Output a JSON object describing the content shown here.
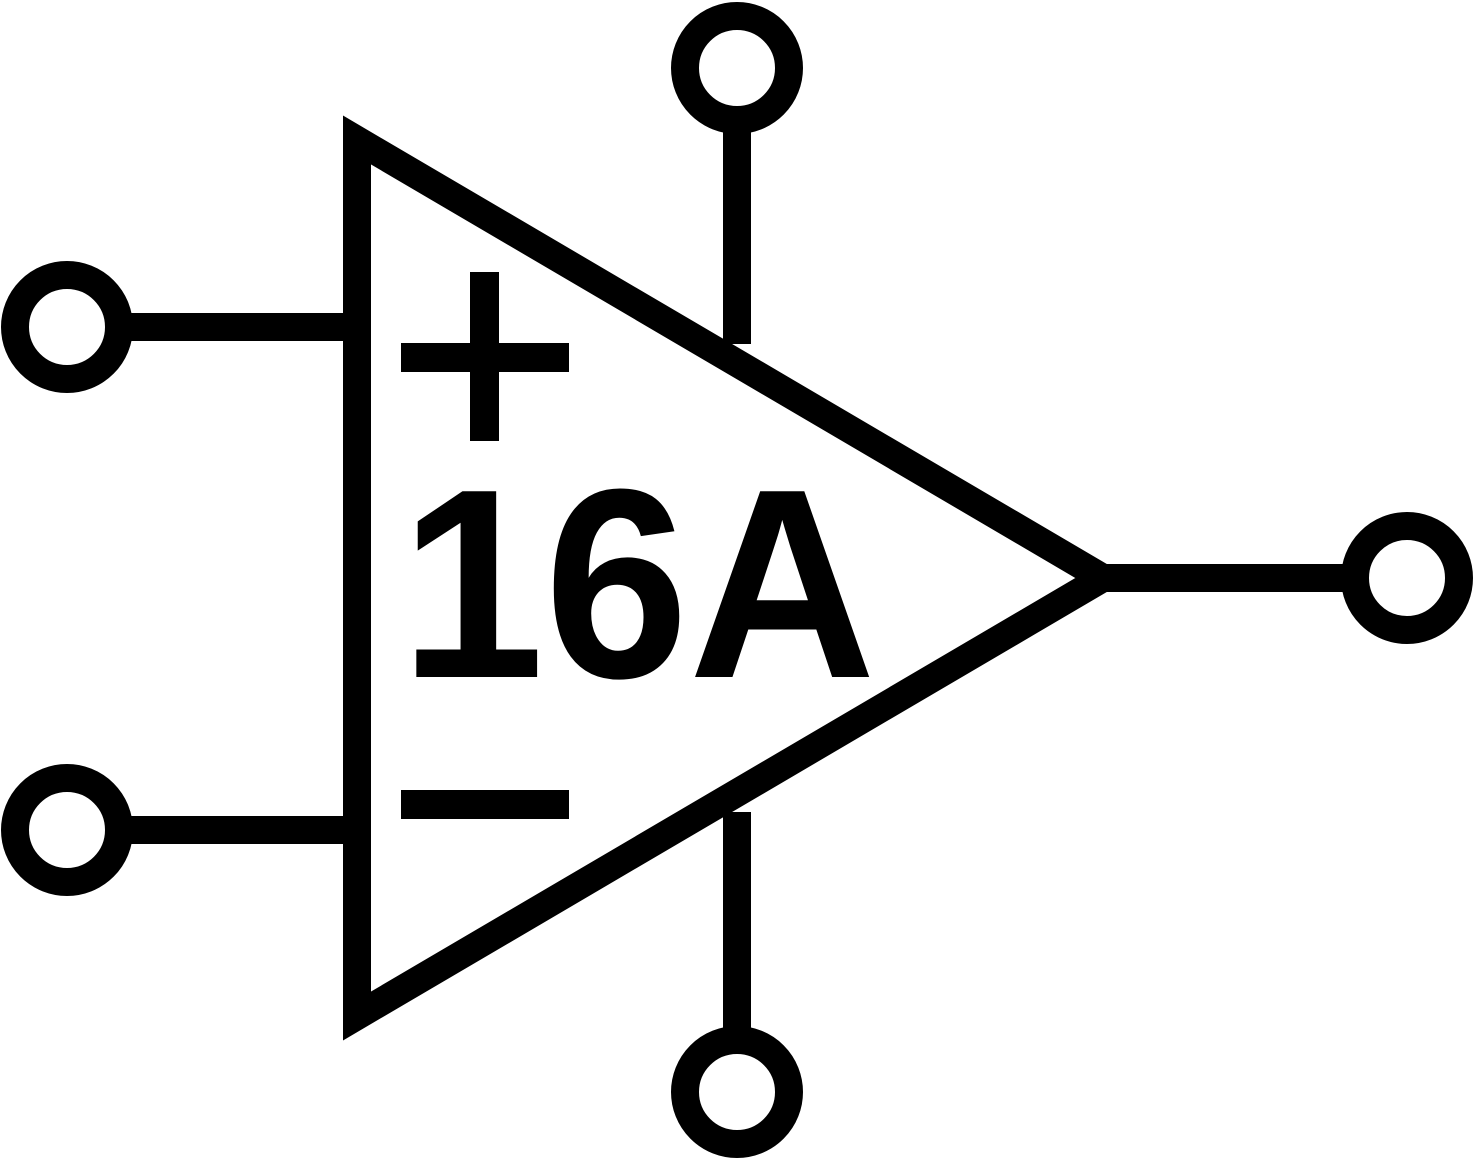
{
  "component": {
    "type": "op-amp",
    "label": "16A",
    "inputs": {
      "non_inverting_symbol": "+",
      "inverting_symbol": "−"
    },
    "terminals": [
      "non-inverting-input",
      "inverting-input",
      "output",
      "positive-supply",
      "negative-supply"
    ]
  },
  "colors": {
    "stroke": "#000000",
    "background": "#ffffff"
  }
}
